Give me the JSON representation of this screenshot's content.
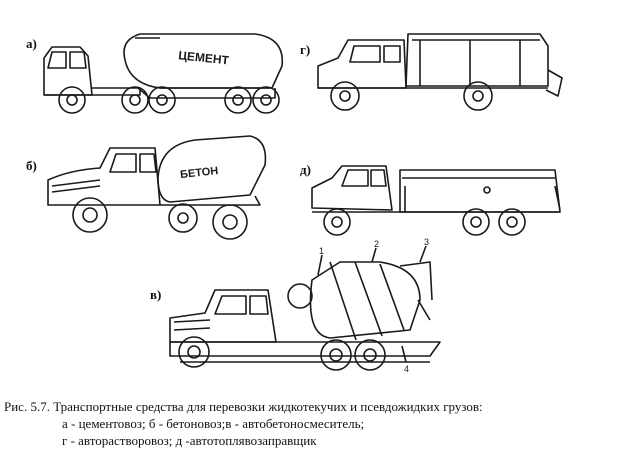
{
  "panels": {
    "a": {
      "label": "а)",
      "tank_text": "ЦЕМЕНТ"
    },
    "b": {
      "label": "б)",
      "tank_text": "БЕТОН"
    },
    "v": {
      "label": "в)",
      "numbers": [
        "1",
        "2",
        "3",
        "4"
      ]
    },
    "g": {
      "label": "г)"
    },
    "d": {
      "label": "д)"
    }
  },
  "caption": {
    "line1": "Рис. 5.7. Транспортные средства для перевозки жидкотекучих и псевдожидких грузов:",
    "line2": "а - цементовоз; б - бетоновоз;в - автобетоносмеситель;",
    "line3": "г - авторастворовоз; д -автотоплявозаправщик"
  },
  "colors": {
    "ink": "#1a1a1a",
    "background": "#ffffff"
  }
}
